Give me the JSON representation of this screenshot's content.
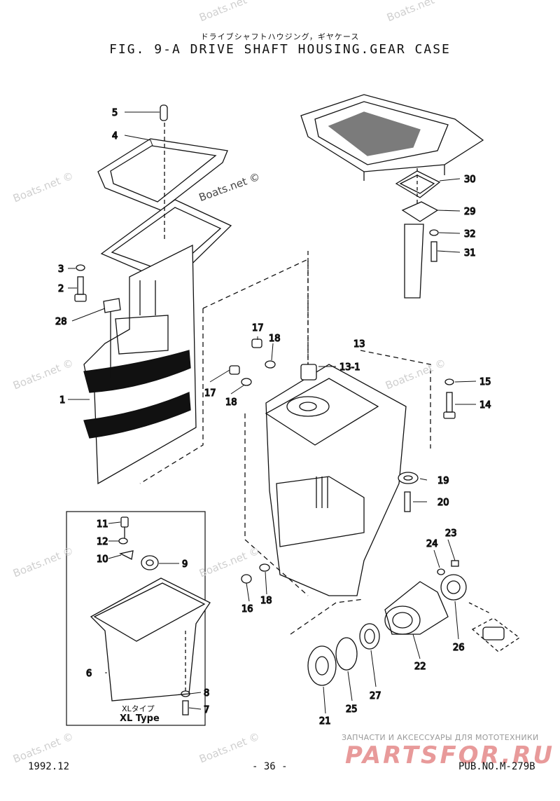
{
  "title_jp": "ドライブシャフトハウジング，ギヤケース",
  "title": "FIG.  9-A DRIVE SHAFT HOUSING.GEAR CASE",
  "footer": {
    "date": "1992.12",
    "page": "- 36 -",
    "pub": "PUB.NO.M-279B"
  },
  "xl_type": {
    "jp": "XLタイプ",
    "en": "XL Type"
  },
  "watermark": "Boats.net ©",
  "brand": {
    "subtitle": "ЗАПЧАСТИ И АКСЕССУАРЫ ДЛЯ МОТОТЕХНИКИ",
    "logo": "PARTSFOR.RU"
  },
  "callouts": {
    "c1": "1",
    "c2": "2",
    "c3": "3",
    "c4": "4",
    "c5": "5",
    "c6": "6",
    "c7": "7",
    "c8": "8",
    "c9": "9",
    "c10": "10",
    "c11": "11",
    "c12": "12",
    "c13": "13",
    "c13_1": "13-1",
    "c14": "14",
    "c15": "15",
    "c16": "16",
    "c17a": "17",
    "c17b": "17",
    "c18a": "18",
    "c18b": "18",
    "c18c": "18",
    "c19": "19",
    "c20": "20",
    "c21": "21",
    "c22": "22",
    "c23": "23",
    "c24": "24",
    "c25": "25",
    "c26": "26",
    "c27": "27",
    "c28": "28",
    "c29": "29",
    "c30": "30",
    "c31": "31",
    "c32": "32"
  }
}
